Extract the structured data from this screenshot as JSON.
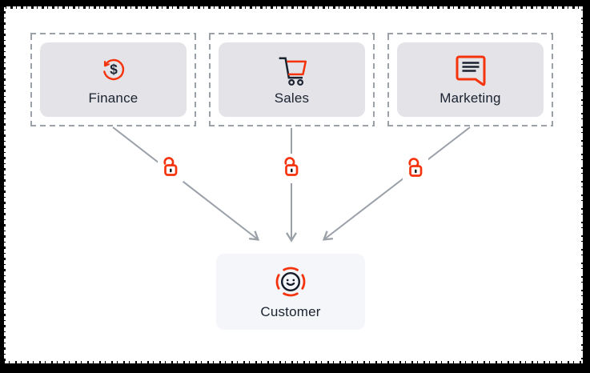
{
  "diagram": {
    "departments": [
      {
        "label": "Finance",
        "icon": "money-refresh-icon",
        "icon_symbol": "$"
      },
      {
        "label": "Sales",
        "icon": "shopping-cart-icon"
      },
      {
        "label": "Marketing",
        "icon": "chat-bubble-icon"
      }
    ],
    "target": {
      "label": "Customer",
      "icon": "customer-smiley-icon"
    },
    "connectors": [
      {
        "from": "Finance",
        "to": "Customer",
        "icon": "open-padlock-icon"
      },
      {
        "from": "Sales",
        "to": "Customer",
        "icon": "open-padlock-icon"
      },
      {
        "from": "Marketing",
        "to": "Customer",
        "icon": "open-padlock-icon"
      }
    ],
    "colors": {
      "accent": "#f5330d",
      "ink": "#1b2230",
      "arrow": "#9aa0a8",
      "dashed_border": "#9aa1a8",
      "department_fill": "#e4e4e8",
      "target_fill": "#f4f6f9",
      "background": "#ffffff",
      "frame": "#000000"
    }
  }
}
